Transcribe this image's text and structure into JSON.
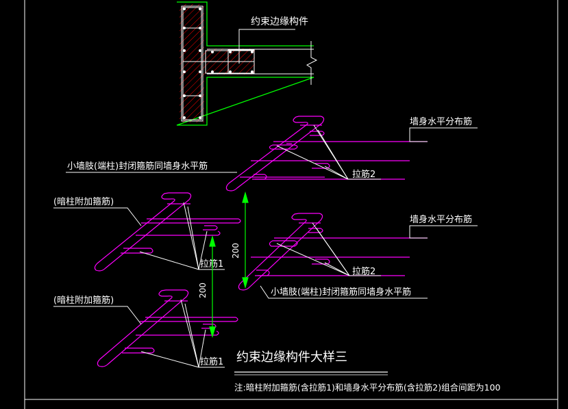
{
  "labels": {
    "component_title": "约束边缘构件",
    "wall_horiz_top": "墙身水平分布筋",
    "wall_horiz_mid": "墙身水平分布筋",
    "small_pier_top": "小墙肢(端柱)封闭箍筋同墙身水平筋",
    "small_pier_bottom": "小墙肢(端柱)封闭箍筋同墙身水平筋",
    "hidden_col_top": "(暗柱附加箍筋)",
    "hidden_col_bottom": "(暗柱附加箍筋)",
    "tie_bar_2_top": "拉筋2",
    "tie_bar_2_mid": "拉筋2",
    "tie_bar_1_top": "拉筋1",
    "tie_bar_1_bottom": "拉筋1",
    "dim_200_a": "200",
    "dim_200_b": "200",
    "detail_title": "约束边缘构件大样三",
    "note": "注:暗柱附加箍筋(含拉筋1)和墙身水平分布筋(含拉筋2)组合间距为100"
  },
  "colors": {
    "background": "#000000",
    "frame": "#ffffff",
    "rebar": "#ff00ff",
    "concrete_outline": "#00ff00",
    "hatch": "#ff0000",
    "bar_dots": "#ffffff",
    "dimension": "#00ff00",
    "text": "#ffffff"
  }
}
